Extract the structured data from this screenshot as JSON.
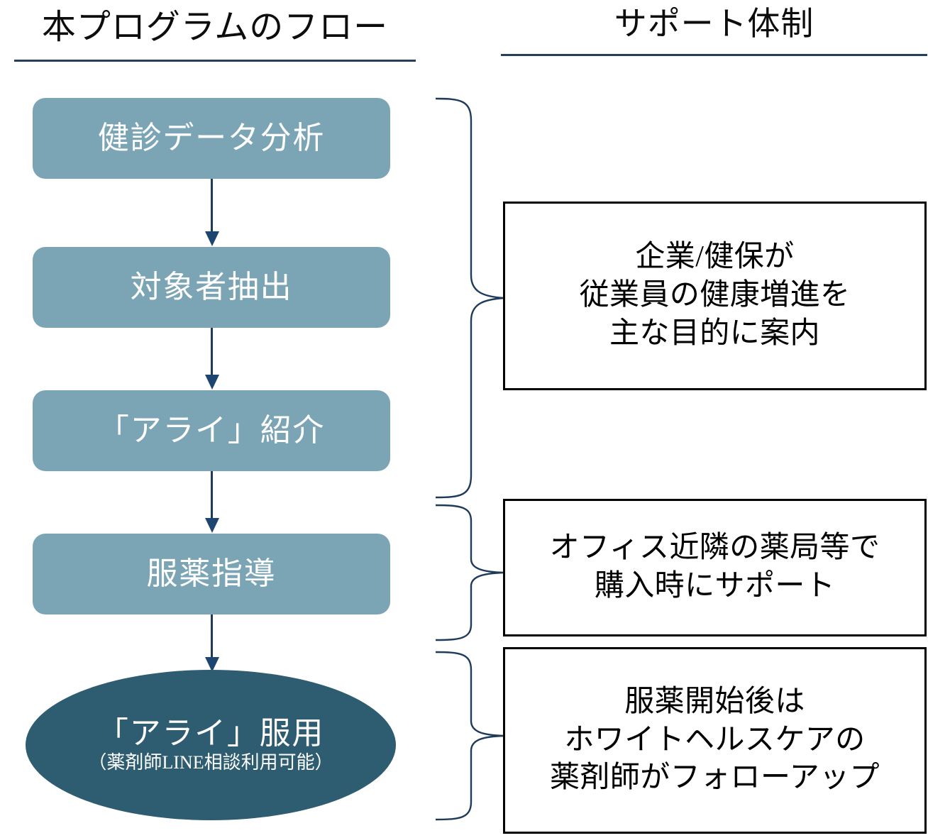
{
  "columns": {
    "left": {
      "title": "本プログラムのフロー"
    },
    "right": {
      "title": "サポート体制"
    }
  },
  "flow": {
    "steps": [
      {
        "label": "健診データ分析"
      },
      {
        "label": "対象者抽出"
      },
      {
        "label": "「アライ」紹介"
      },
      {
        "label": "服薬指導"
      }
    ],
    "final": {
      "label": "「アライ」服用",
      "sublabel": "（薬剤師LINE相談利用可能）"
    }
  },
  "support": {
    "boxes": [
      {
        "line1": "企業/健保が",
        "line2": "従業員の健康増進を",
        "line3": "主な目的に案内"
      },
      {
        "line1": "オフィス近隣の薬局等で",
        "line2": "購入時にサポート",
        "line3": ""
      },
      {
        "line1": "服薬開始後は",
        "line2": "ホワイトヘルスケアの",
        "line3": "薬剤師がフォローアップ"
      }
    ]
  },
  "colors": {
    "step_fill": "#7ba5b5",
    "final_fill": "#2e5c70",
    "arrow": "#1f3b5c",
    "rule": "#24405c",
    "support_border": "#000000",
    "step_text": "#ffffff",
    "support_text": "#000000"
  }
}
